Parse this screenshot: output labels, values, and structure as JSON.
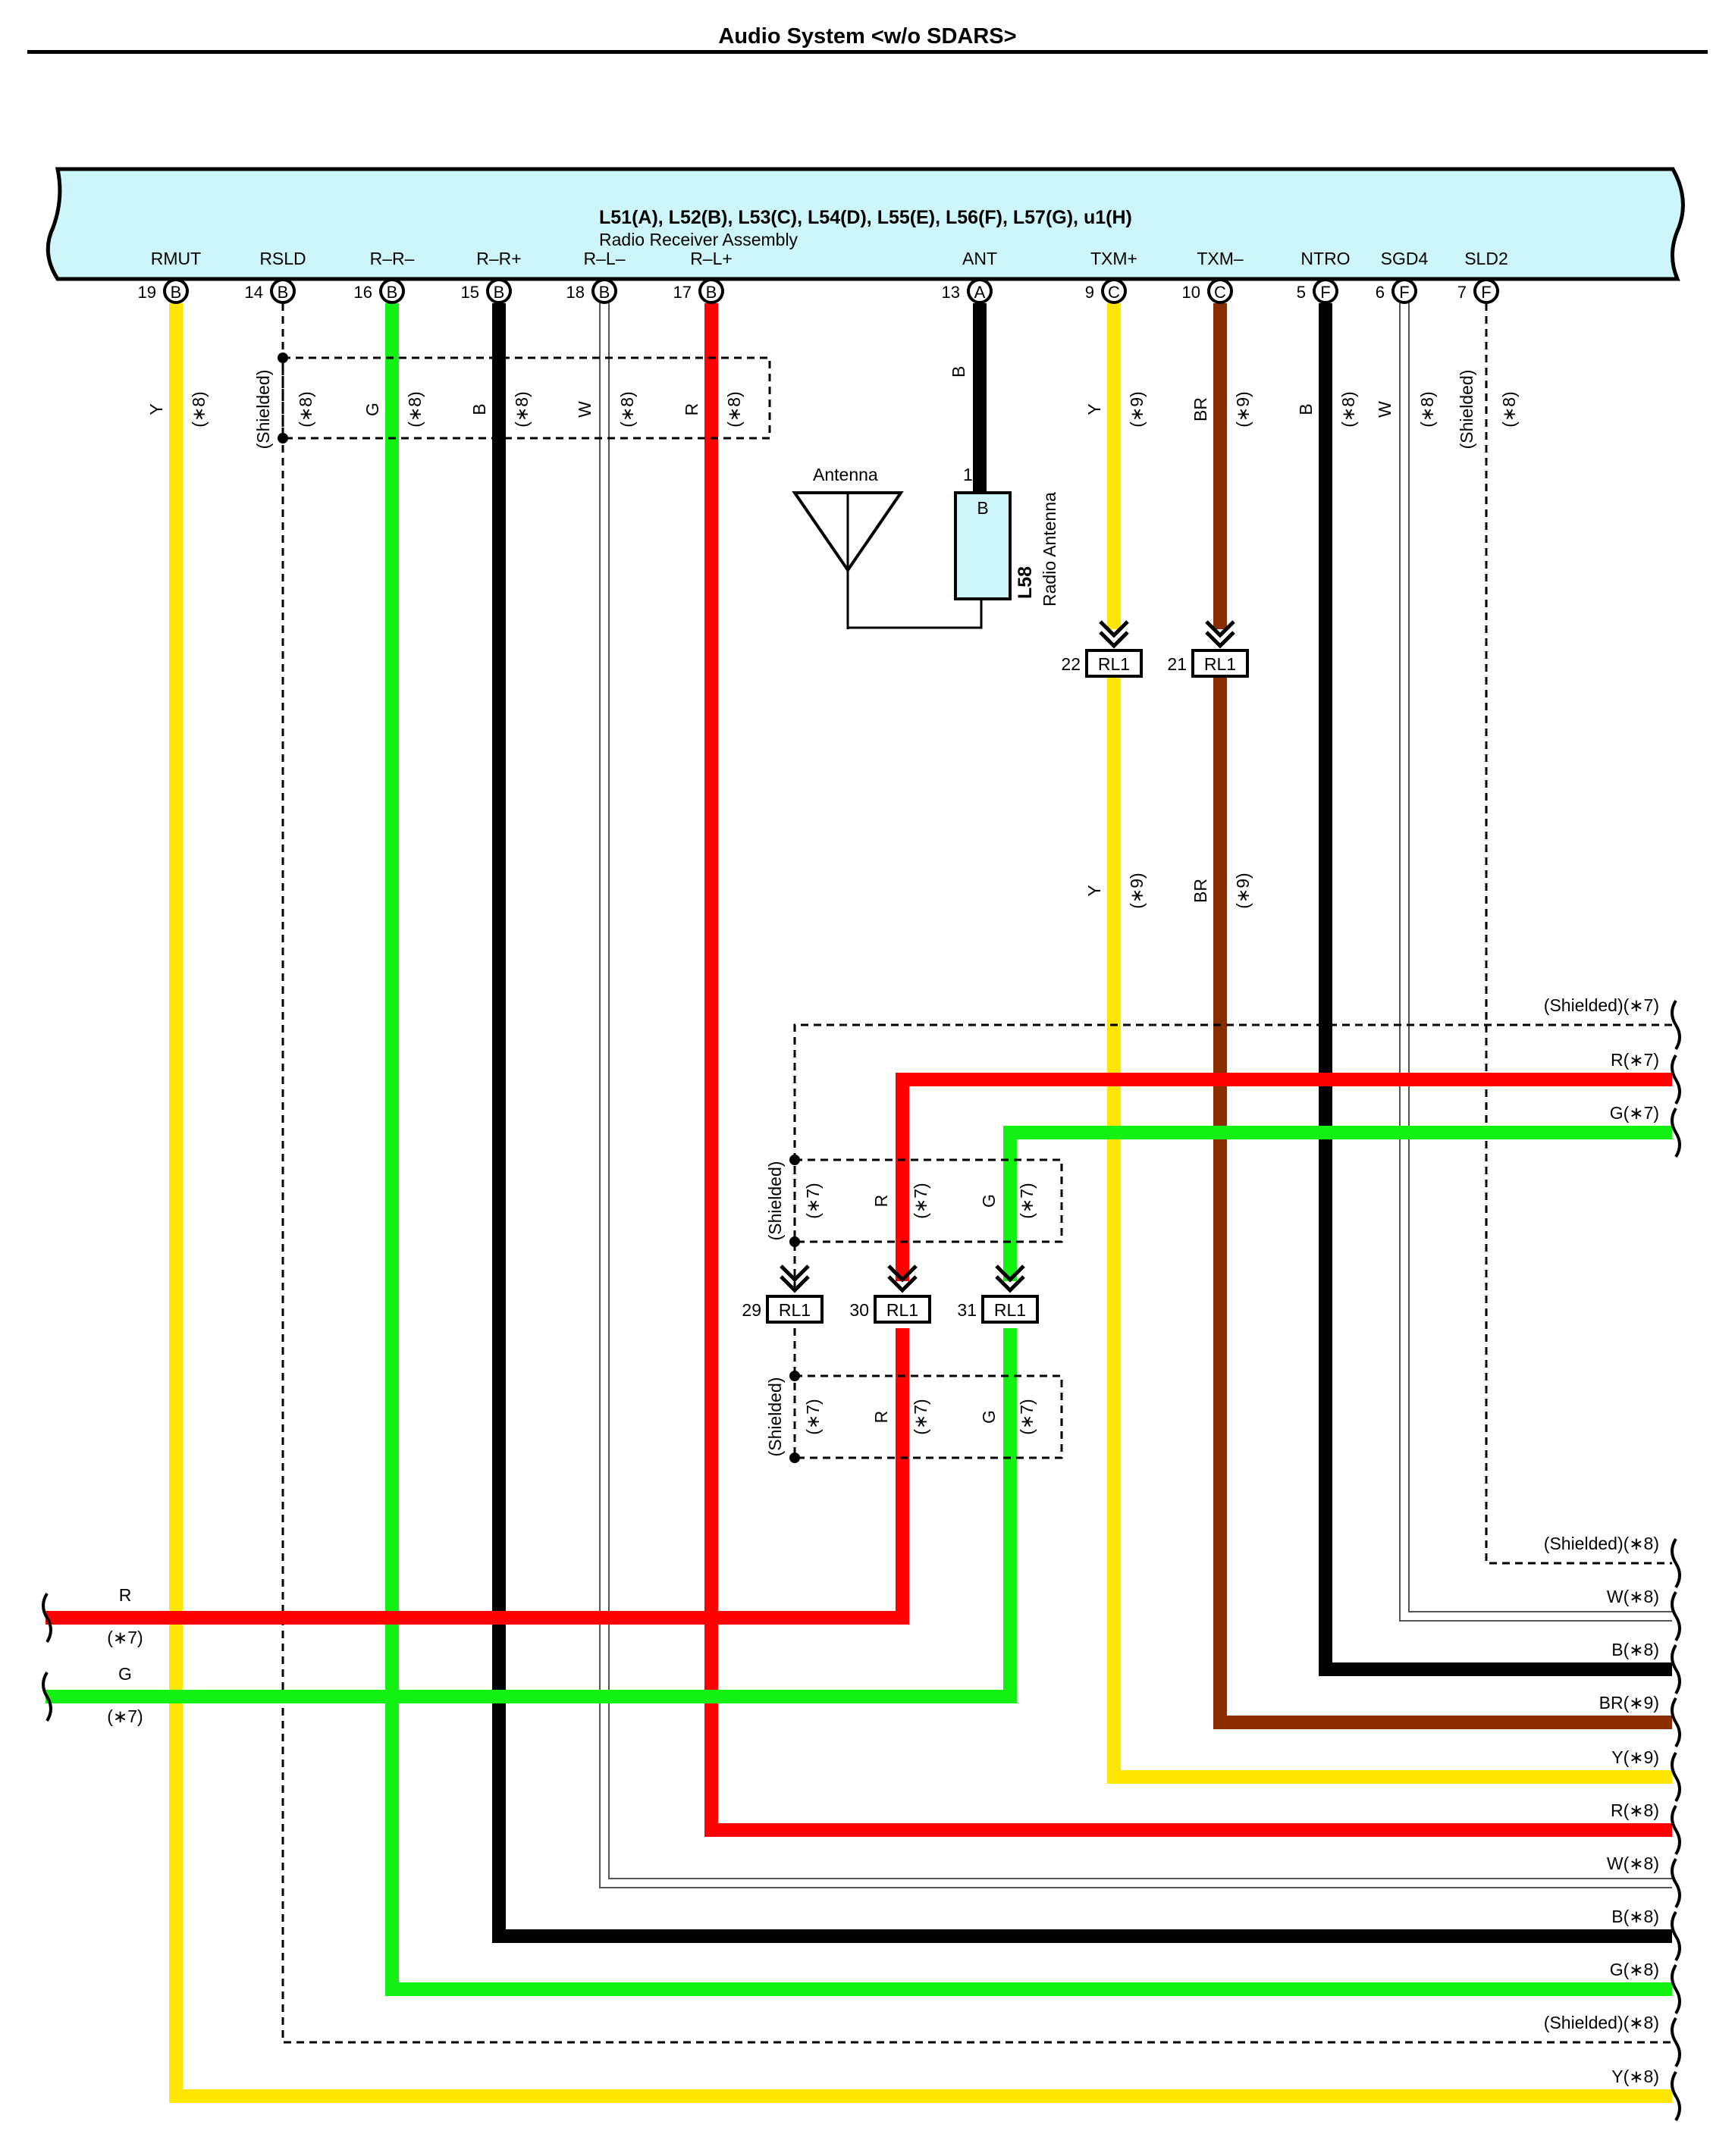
{
  "title": "Audio System <w/o SDARS>",
  "colors": {
    "Y": "#ffe600",
    "G": "#14f014",
    "B": "#000000",
    "W": "#ffffff",
    "R": "#ff0000",
    "BR": "#8a2e00",
    "connector_fill": "#cdf6fb"
  },
  "receiver": {
    "connectors": "L51(A), L52(B), L53(C), L54(D), L55(E), L56(F), L57(G), u1(H)",
    "name": "Radio Receiver Assembly",
    "terminals": [
      {
        "id": "rmut",
        "label": "RMUT",
        "pin": "19",
        "conn": "B",
        "wire": "Y",
        "note": "(∗8)"
      },
      {
        "id": "rsld",
        "label": "RSLD",
        "pin": "14",
        "conn": "B",
        "wire": "(Shielded)",
        "note": "(∗8)"
      },
      {
        "id": "rr-minus",
        "label": "R–R–",
        "pin": "16",
        "conn": "B",
        "wire": "G",
        "note": "(∗8)"
      },
      {
        "id": "rr-plus",
        "label": "R–R+",
        "pin": "15",
        "conn": "B",
        "wire": "B",
        "note": "(∗8)"
      },
      {
        "id": "rl-minus",
        "label": "R–L–",
        "pin": "18",
        "conn": "B",
        "wire": "W",
        "note": "(∗8)"
      },
      {
        "id": "rl-plus",
        "label": "R–L+",
        "pin": "17",
        "conn": "B",
        "wire": "R",
        "note": "(∗8)"
      },
      {
        "id": "ant",
        "label": "ANT",
        "pin": "13",
        "conn": "A",
        "wire": "B",
        "note": ""
      },
      {
        "id": "txm-plus",
        "label": "TXM+",
        "pin": "9",
        "conn": "C",
        "wire": "Y",
        "note": "(∗9)"
      },
      {
        "id": "txm-minus",
        "label": "TXM–",
        "pin": "10",
        "conn": "C",
        "wire": "BR",
        "note": "(∗9)"
      },
      {
        "id": "ntro",
        "label": "NTRO",
        "pin": "5",
        "conn": "F",
        "wire": "B",
        "note": "(∗8)"
      },
      {
        "id": "sgd4",
        "label": "SGD4",
        "pin": "6",
        "conn": "F",
        "wire": "W",
        "note": "(∗8)"
      },
      {
        "id": "sld2",
        "label": "SLD2",
        "pin": "7",
        "conn": "F",
        "wire": "(Shielded)",
        "note": "(∗8)"
      }
    ]
  },
  "antenna": {
    "label": "Antenna",
    "connector_code": "L58",
    "connector_name": "Radio Antenna",
    "pin": "1",
    "terminal": "B"
  },
  "rl1_upper": [
    {
      "pin": "22",
      "name": "RL1",
      "wire": "Y",
      "note": "(∗9)"
    },
    {
      "pin": "21",
      "name": "RL1",
      "wire": "BR",
      "note": "(∗9)"
    }
  ],
  "rl1_lower": [
    {
      "pin": "29",
      "name": "RL1"
    },
    {
      "pin": "30",
      "name": "RL1"
    },
    {
      "pin": "31",
      "name": "RL1"
    }
  ],
  "shield_group": {
    "shielded": "(Shielded)",
    "note": "(∗7)",
    "wires": [
      {
        "wire": "R",
        "note": "(∗7)"
      },
      {
        "wire": "G",
        "note": "(∗7)"
      }
    ]
  },
  "right_top_outputs": [
    "(Shielded)(∗7)",
    "R(∗7)",
    "G(∗7)"
  ],
  "right_bottom_outputs": [
    "(Shielded)(∗8)",
    "W(∗8)",
    "B(∗8)",
    "BR(∗9)",
    "Y(∗9)",
    "R(∗8)",
    "W(∗8)",
    "B(∗8)",
    "G(∗8)",
    "(Shielded)(∗8)",
    "Y(∗8)"
  ],
  "left_inputs": [
    {
      "wire": "R",
      "note": "(∗7)"
    },
    {
      "wire": "G",
      "note": "(∗7)"
    }
  ]
}
